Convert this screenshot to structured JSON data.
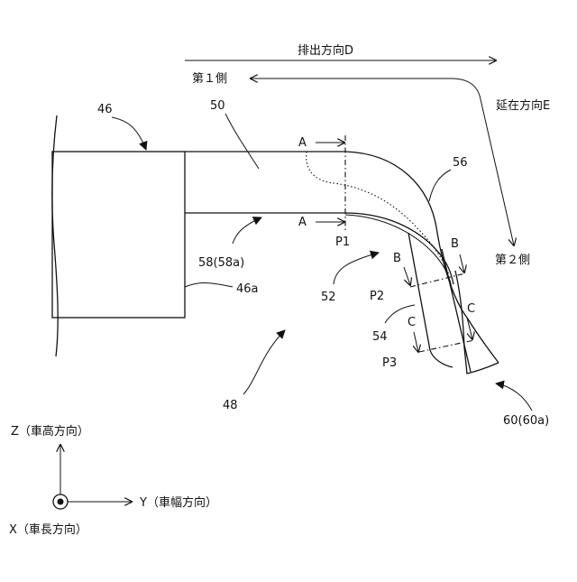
{
  "labels": {
    "discharge_direction": "排出方向D",
    "first_side": "第１側",
    "extension_direction": "延在方向E",
    "second_side": "第２側",
    "ref_46": "46",
    "ref_50": "50",
    "ref_56": "56",
    "ref_58": "58(58a)",
    "ref_46a": "46a",
    "ref_52": "52",
    "ref_54": "54",
    "ref_48": "48",
    "ref_60": "60(60a)",
    "section_a_top": "A",
    "section_a_bottom": "A",
    "section_b_left": "B",
    "section_b_right": "B",
    "section_c_left": "C",
    "section_c_right": "C",
    "point_p1": "P1",
    "point_p2": "P2",
    "point_p3": "P3",
    "axis_z": "Z（車高方向）",
    "axis_y": "Y（車幅方向）",
    "axis_x": "X（車長方向）"
  }
}
